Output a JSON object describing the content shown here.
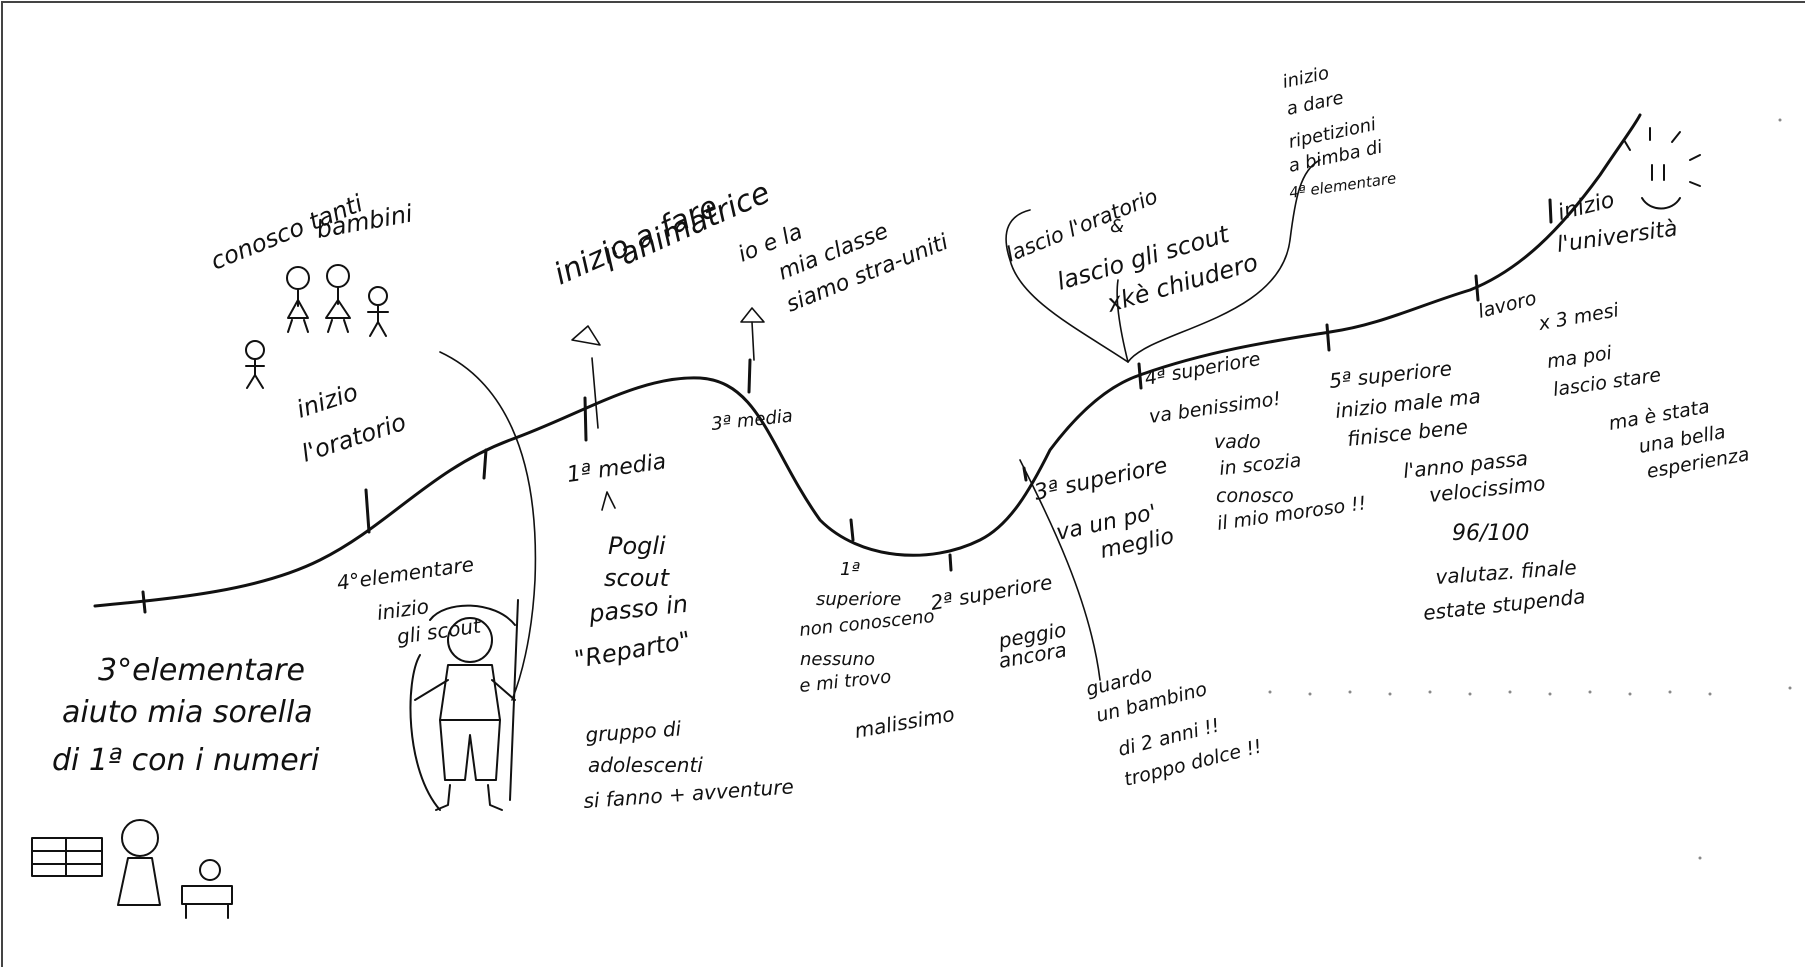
{
  "timeline": {
    "labels": {
      "e3": [
        "3°elementare",
        "aiuto mia sorella",
        "di 1ª con i numeri"
      ],
      "e4": [
        "4°elementare",
        "inizio",
        "gli scout"
      ],
      "bimbi": [
        "conosco tanti",
        "bambini"
      ],
      "oratorio": [
        "inizio",
        "l'oratorio"
      ],
      "animatrice": [
        "inizio a fare",
        "l'animatrice"
      ],
      "classe": [
        "io e la",
        "mia classe",
        "siamo stra-uniti"
      ],
      "m1": [
        "1ª media"
      ],
      "m3": [
        "3ª media"
      ],
      "reparto": [
        "Pogli",
        "scout",
        "passo in",
        "\"Reparto\"",
        "gruppo di",
        "adolescenti",
        "si fanno + avventure"
      ],
      "s1": [
        "1ª",
        "superiore",
        "non conosceno",
        "nessuno",
        "e mi trovo",
        "malissimo"
      ],
      "s2": [
        "2ª superiore",
        "peggio",
        "ancora"
      ],
      "s3": [
        "3ª superiore",
        "va un po'",
        "meglio"
      ],
      "bambino": [
        "guardo",
        "un bambino",
        "di 2 anni !!",
        "troppo dolce !!"
      ],
      "lascio": [
        "lascio l'oratorio",
        "&",
        "lascio gli scout",
        "xkè chiudero"
      ],
      "s4": [
        "4ª superiore",
        "va benissimo!",
        "vado",
        "in scozia",
        "conosco",
        "il mio moroso !!"
      ],
      "ripetizioni": [
        "inizio",
        "a dare",
        "ripetizioni",
        "a bimba di",
        "4ª elementare"
      ],
      "s5": [
        "5ª superiore",
        "inizio male ma",
        "finisce bene",
        "l'anno passa",
        "velocissimo",
        "96/100",
        "valutaz. finale",
        "estate stupenda"
      ],
      "lavoro": [
        "lavoro",
        "x 3 mesi",
        "ma poi",
        "lascio stare",
        "ma è stata",
        "una bella",
        "esperienza"
      ],
      "uni": [
        "inizio",
        "l'università"
      ]
    }
  }
}
